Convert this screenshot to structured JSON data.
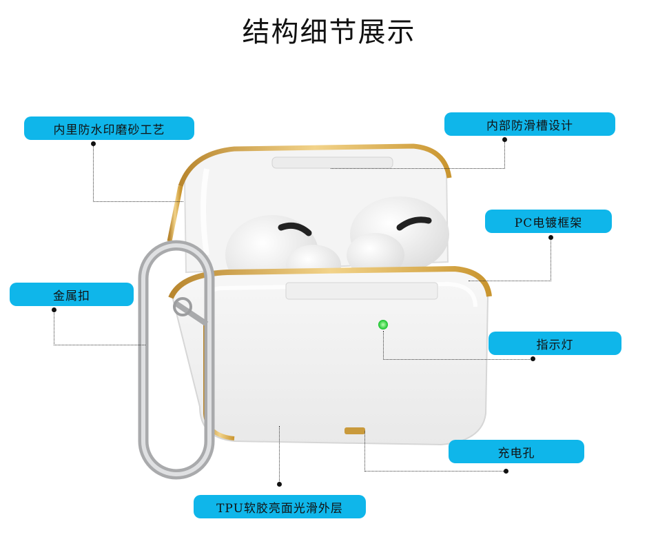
{
  "title": "结构细节展示",
  "colors": {
    "accent": "#0fb6ea",
    "gold": "#d9a640",
    "led": "#27d63a"
  },
  "labels": {
    "inner_waterproof": "内里防水印磨砂工艺",
    "inner_slot": "内部防滑槽设计",
    "pc_frame": "PC电镀框架",
    "metal_clasp": "金属扣",
    "indicator": "指示灯",
    "charging_port": "充电孔",
    "tpu_shell": "TPU软胶亮面光滑外层"
  },
  "product": {
    "icon": "airpods-pro-clear-case-illustration"
  }
}
